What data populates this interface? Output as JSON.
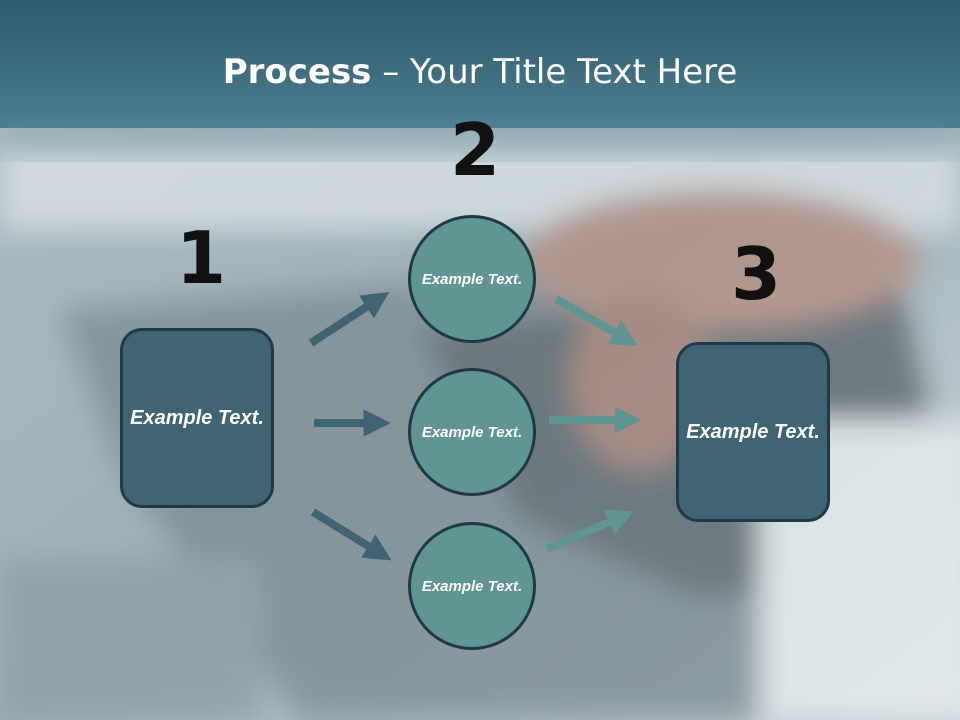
{
  "title": {
    "bold": "Process",
    "rest": " – Your Title Text Here"
  },
  "steps": {
    "n1": "1",
    "n2": "2",
    "n3": "3"
  },
  "nodes": {
    "left_box": "Example Text.",
    "circle_top": "Example Text.",
    "circle_mid": "Example Text.",
    "circle_bot": "Example Text.",
    "right_box": "Example Text."
  },
  "colors": {
    "box_fill": "#3f6473",
    "circle_fill": "#5f9593",
    "arrow_dark": "#3f6473",
    "arrow_light": "#5f9593",
    "header": "#3e6f80"
  }
}
